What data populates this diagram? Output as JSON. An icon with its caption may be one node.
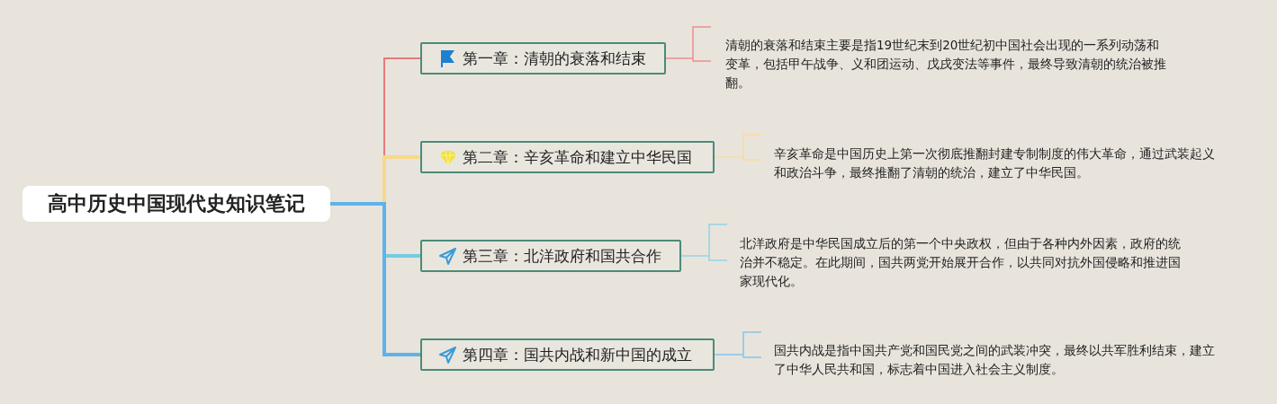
{
  "diagram": {
    "nodes": [
      {
        "text": [
          "高中历史中国现代史知识笔记"
        ]
      },
      {
        "text": [
          "第一章：清朝的衰落和结束"
        ]
      },
      {
        "text": [
          "第二章：辛亥革命和建立中华民国"
        ]
      },
      {
        "text": [
          "第三章：北洋政府和国共合作"
        ]
      },
      {
        "text": [
          "第四章：国共内战和新中国的成立"
        ]
      },
      {
        "text": [
          "清朝的衰落和结束主要是指19世纪末到20世纪初中国社会出现的一系列动荡和变革，包括甲午战争、义和团运动、戊戌变法等事件，最终导致清朝的统治被推翻。"
        ]
      },
      {
        "text": [
          "辛亥革命是中国历史上第一次彻底推翻封建专制制度的伟大革命，通过武装起义和政治斗争，最终推翻了清朝的统治，建立了中华民国。"
        ]
      },
      {
        "text": [
          "北洋政府是中华民国成立后的第一个中央政权，但由于各种内外因素，政府的统治并不稳定。在此期间，国共两党开始展开合作，以共同对抗外国侵略和推进国家现代化。"
        ]
      },
      {
        "text": [
          "国共内战是指中国共产党和国民党之间的武装冲突，最终以共军胜利结束，建立了中华人民共和国，标志着中国进入社会主义制度。"
        ]
      }
    ],
    "edges": [
      {
        "from": 0,
        "to": 1,
        "arrow": "none",
        "color": "#e77a7a"
      },
      {
        "from": 0,
        "to": 2,
        "arrow": "none",
        "style": "thick",
        "color": "#f8d98a"
      },
      {
        "from": 0,
        "to": 3,
        "arrow": "none",
        "style": "thick",
        "color": "#74cde0"
      },
      {
        "from": 0,
        "to": 4,
        "arrow": "none",
        "style": "thick",
        "color": "#5db3ea"
      },
      {
        "from": 1,
        "to": 5,
        "arrow": "none",
        "color": "#e98f8f"
      },
      {
        "from": 2,
        "to": 6,
        "arrow": "none",
        "color": "#f8dc9c"
      },
      {
        "from": 3,
        "to": 7,
        "arrow": "none",
        "color": "#92d2e6"
      },
      {
        "from": 4,
        "to": 8,
        "arrow": "none",
        "color": "#86c2ec"
      }
    ]
  }
}
